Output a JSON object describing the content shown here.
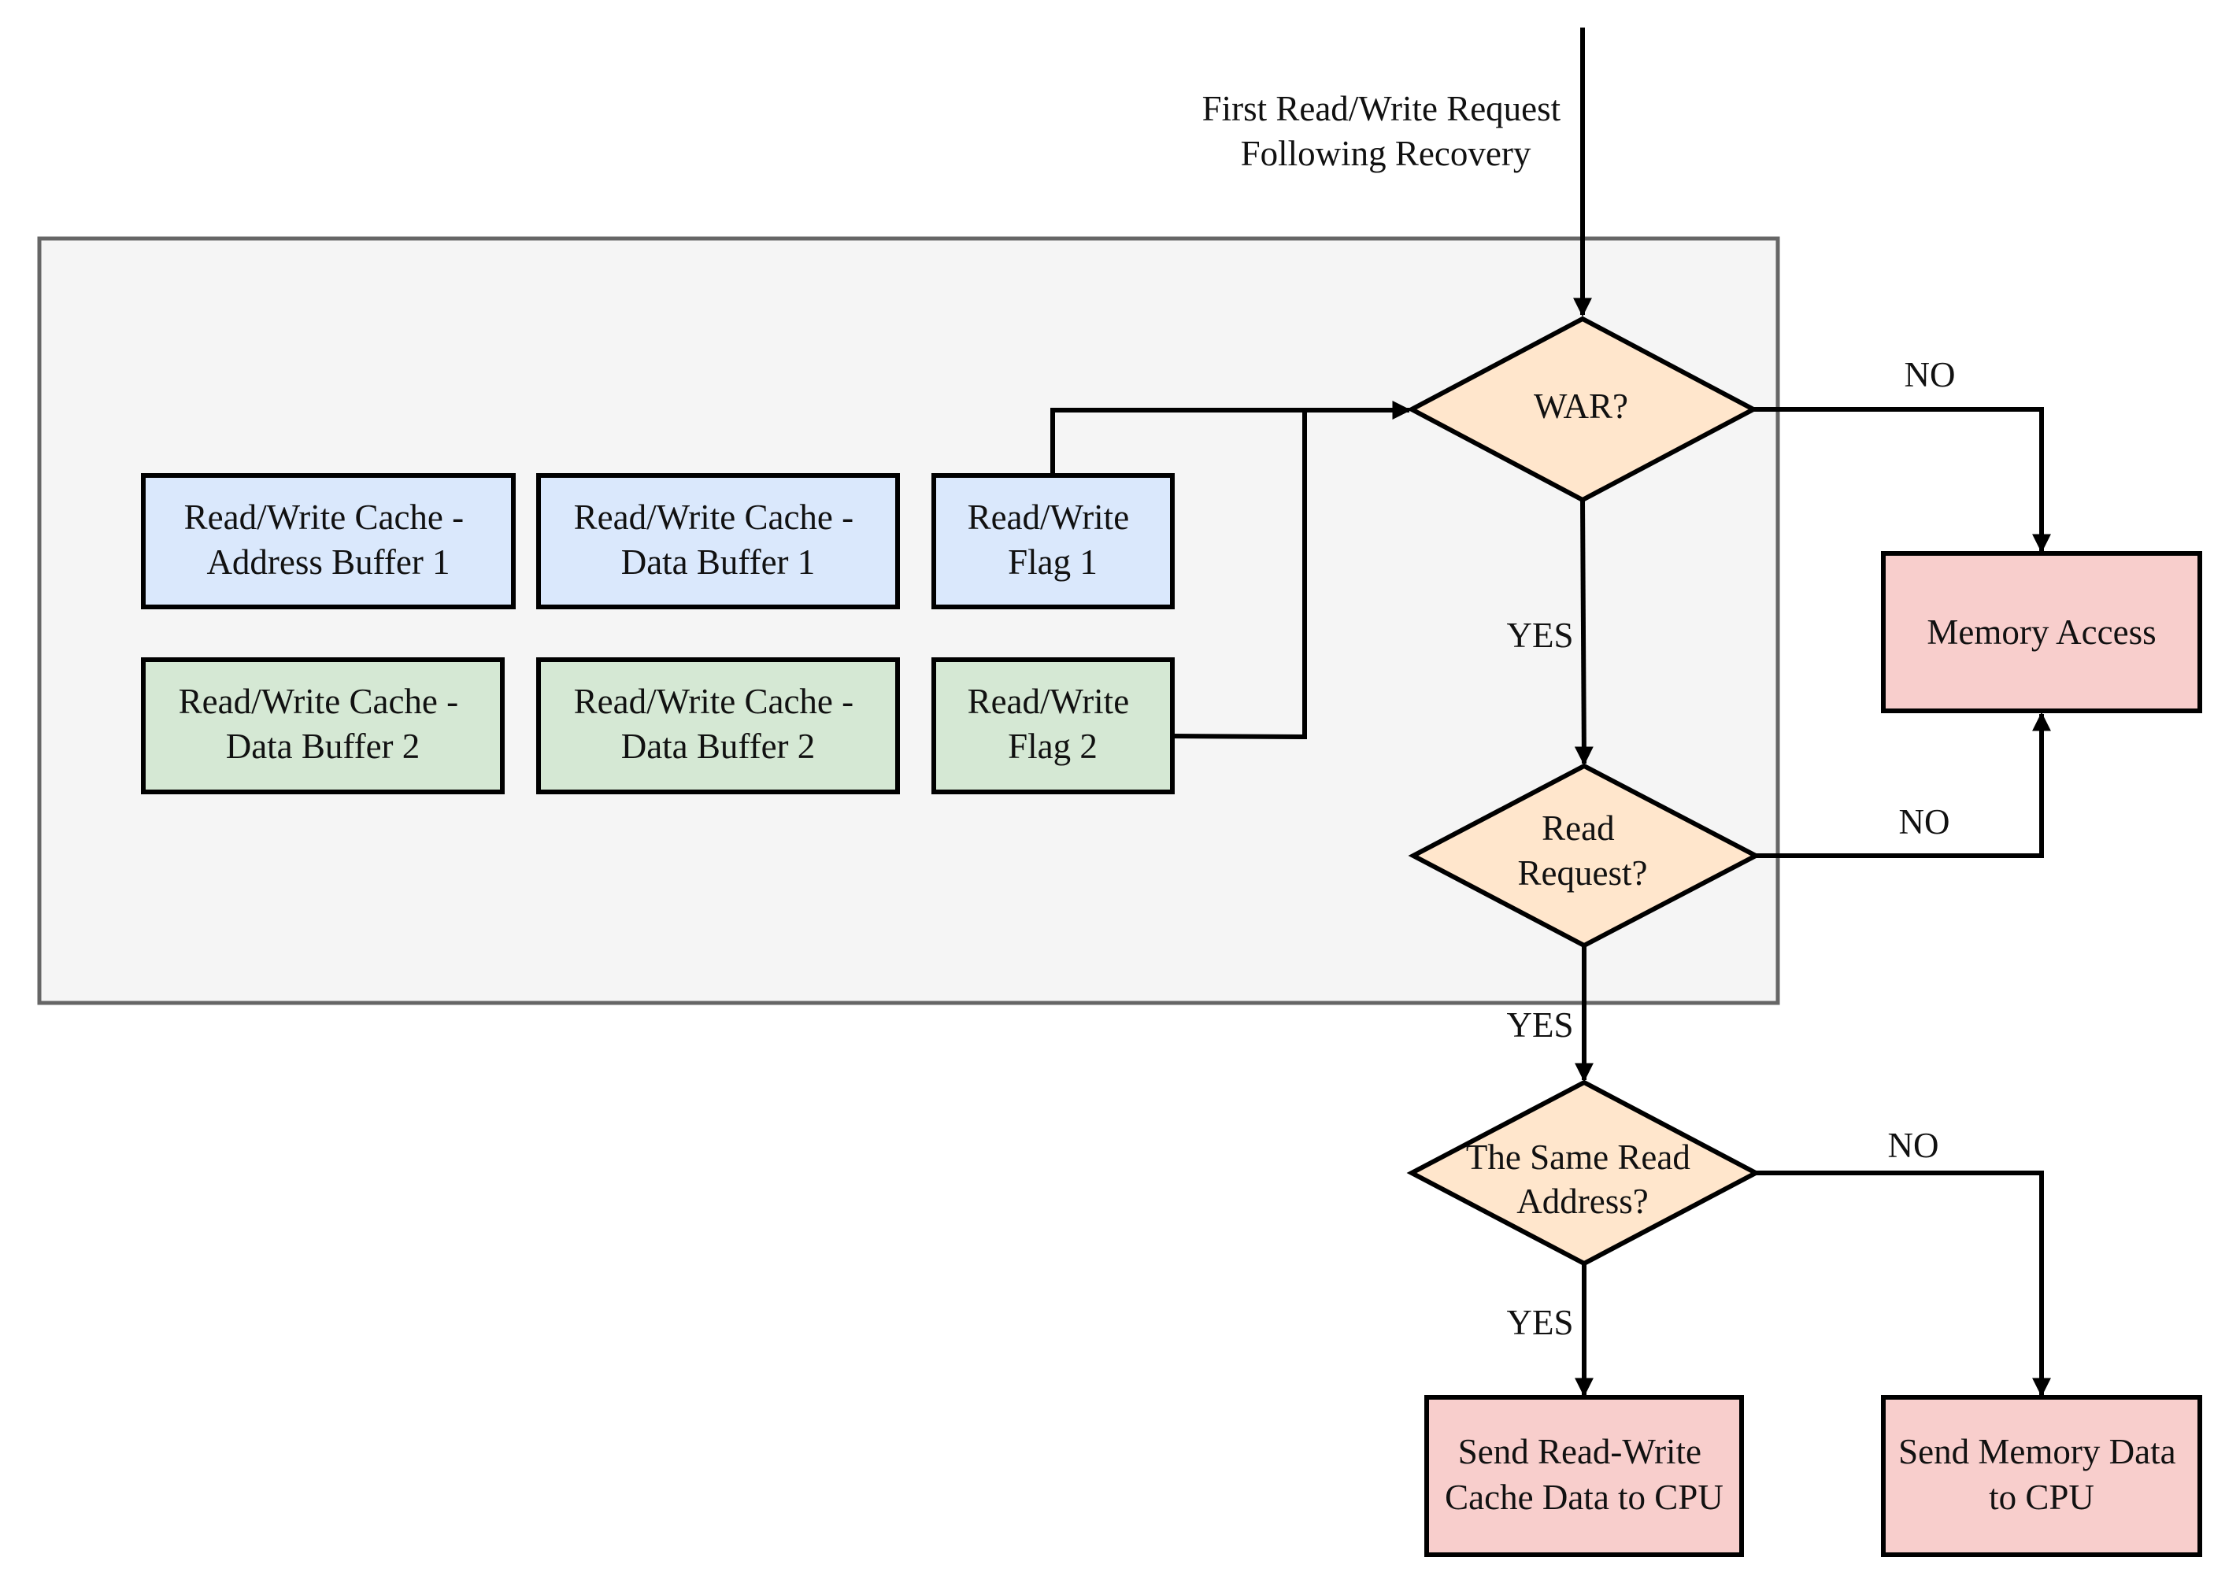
{
  "colors": {
    "container_fill": "#f5f5f5",
    "container_stroke": "#666666",
    "buffer1_fill": "#dae8fc",
    "buffer2_fill": "#d5e8d4",
    "decision_fill": "#ffe6cc",
    "action_fill": "#f8cecc",
    "line": "#000000"
  },
  "entry_label": {
    "line1": "First Read/Write Request",
    "line2": "Following Recovery"
  },
  "buffers": {
    "row1": [
      {
        "line1": "Read/Write Cache -",
        "line2": "Address Buffer 1"
      },
      {
        "line1": "Read/Write Cache -",
        "line2": "Data Buffer 1"
      },
      {
        "line1": "Read/Write",
        "line2": "Flag 1"
      }
    ],
    "row2": [
      {
        "line1": "Read/Write Cache -",
        "line2": "Data Buffer 2"
      },
      {
        "line1": "Read/Write Cache -",
        "line2": "Data Buffer 2"
      },
      {
        "line1": "Read/Write",
        "line2": "Flag 2"
      }
    ]
  },
  "decisions": {
    "war": {
      "line1": "WAR?"
    },
    "read_request": {
      "line1": "Read",
      "line2": "Request?"
    },
    "same_address": {
      "line1": "The Same Read",
      "line2": "Address?"
    }
  },
  "actions": {
    "memory_access": {
      "line1": "Memory Access"
    },
    "send_cache": {
      "line1": "Send Read-Write",
      "line2": "Cache Data to CPU"
    },
    "send_memory": {
      "line1": "Send Memory Data",
      "line2": "to CPU"
    }
  },
  "edge_labels": {
    "war_no": "NO",
    "war_yes": "YES",
    "read_no": "NO",
    "read_yes": "YES",
    "same_no": "NO",
    "same_yes": "YES"
  }
}
